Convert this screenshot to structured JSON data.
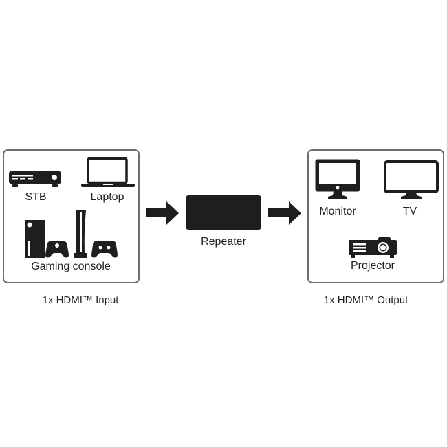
{
  "diagram": {
    "input_group": {
      "caption": "1x HDMI™ Input",
      "devices": [
        {
          "icon": "set-top-box-icon",
          "label": "STB"
        },
        {
          "icon": "laptop-icon",
          "label": "Laptop"
        },
        {
          "icon": "gaming-console-icon",
          "label": "Gaming console"
        }
      ]
    },
    "repeater": {
      "label": "Repeater",
      "color": "#1e1e1e"
    },
    "output_group": {
      "caption": "1x HDMI™ Output",
      "devices": [
        {
          "icon": "monitor-icon",
          "label": "Monitor"
        },
        {
          "icon": "tv-icon",
          "label": "TV"
        },
        {
          "icon": "projector-icon",
          "label": "Projector"
        }
      ]
    },
    "flow": [
      {
        "from": "input_group",
        "to": "repeater",
        "icon": "arrow-right-icon"
      },
      {
        "from": "repeater",
        "to": "output_group",
        "icon": "arrow-right-icon"
      }
    ],
    "colors": {
      "icon": "#1e1e1e",
      "border": "#6e6e6e",
      "background": "#ffffff"
    }
  }
}
